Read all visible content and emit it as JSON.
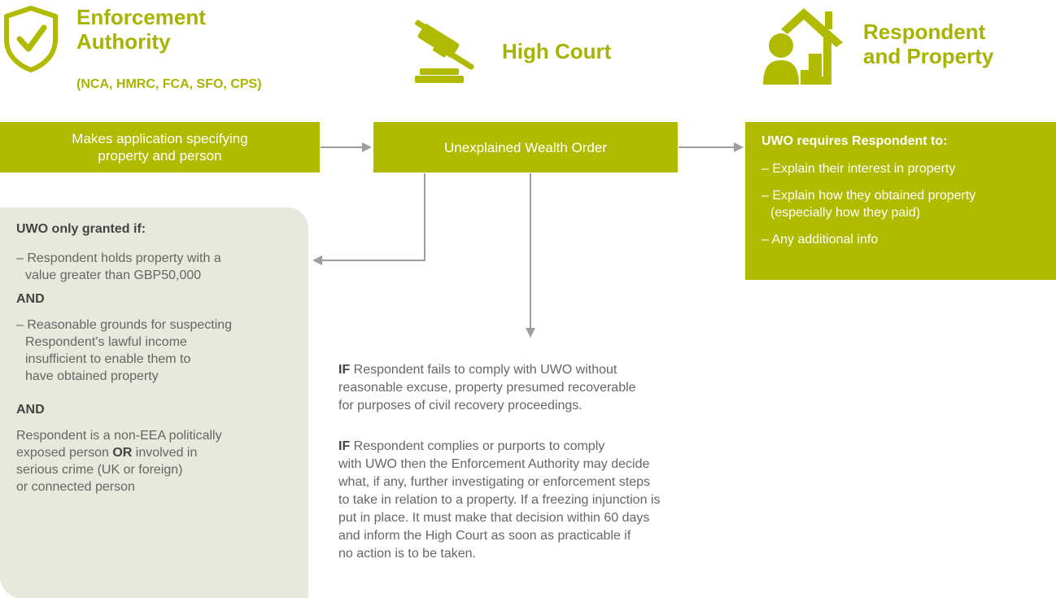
{
  "colors": {
    "accent": "#b0bb00",
    "accent_text": "#a7b300",
    "panel_bg": "#e6e9dc",
    "arrow": "#9e9e9e"
  },
  "headers": {
    "enforcement": {
      "line1": "Enforcement",
      "line2": "Authority",
      "sub": "(NCA, HMRC, FCA, SFO, CPS)",
      "icon": "shield-check-icon"
    },
    "court": {
      "title": "High Court",
      "icon": "gavel-icon"
    },
    "respondent": {
      "line1": "Respondent",
      "line2": "and Property",
      "icon": "person-house-icon"
    }
  },
  "flow": {
    "application": {
      "line1": "Makes application specifying",
      "line2": "property and person"
    },
    "order": "Unexplained Wealth Order"
  },
  "requires": {
    "title": "UWO requires Respondent to:",
    "items": [
      {
        "line1": "– Explain their interest in property"
      },
      {
        "line1": "– Explain how they obtained property",
        "line2": "(especially how they paid)"
      },
      {
        "line1": "– Any additional info"
      }
    ]
  },
  "conditions": {
    "title": "UWO only granted if:",
    "item1": {
      "line1": "– Respondent holds property with a",
      "line2": "value greater than GBP50,000"
    },
    "and1": "AND",
    "item2": {
      "line1": "– Reasonable grounds for suspecting",
      "line2": "Respondent’s lawful income",
      "line3": "insufficient to enable them to",
      "line4": "have obtained property"
    },
    "and2": "AND",
    "item3": {
      "line1": "Respondent is a non-EEA politically",
      "line2a": "exposed person ",
      "or": "OR",
      "line2b": " involved in",
      "line3": "serious crime (UK or foreign)",
      "line4": "or connected person"
    }
  },
  "outcomes": {
    "fail": {
      "if": "IF",
      "line1": " Respondent fails to comply with UWO without",
      "line2": "reasonable excuse, property presumed recoverable",
      "line3": "for purposes of civil recovery proceedings."
    },
    "comply": {
      "if": "IF",
      "line1": " Respondent complies or purports to comply",
      "line2": "with UWO then the Enforcement Authority may decide",
      "line3": "what, if any, further investigating or enforcement steps",
      "line4": "to take in relation to a property. If a freezing injunction is",
      "line5": "put in place. It must make that decision within 60 days",
      "line6": "and inform the High Court as soon as practicable if",
      "line7": "no action is to be taken."
    }
  }
}
